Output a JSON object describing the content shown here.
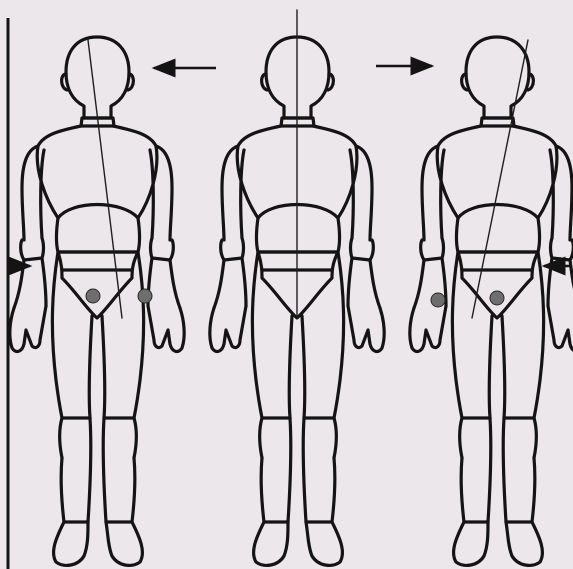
{
  "diagram": {
    "figures": [
      {
        "id": "left",
        "pose": "head-tilted-left"
      },
      {
        "id": "center",
        "pose": "neutral"
      },
      {
        "id": "right",
        "pose": "head-tilted-right"
      }
    ],
    "arrows": [
      {
        "id": "top-left-arrow",
        "direction": "left"
      },
      {
        "id": "top-right-arrow",
        "direction": "right"
      },
      {
        "id": "side-left-arrow",
        "direction": "right"
      },
      {
        "id": "side-right-arrow",
        "direction": "left"
      }
    ],
    "colors": {
      "background": "#ece7ea",
      "ink": "#141414",
      "marker": "#6e6e6e"
    }
  }
}
